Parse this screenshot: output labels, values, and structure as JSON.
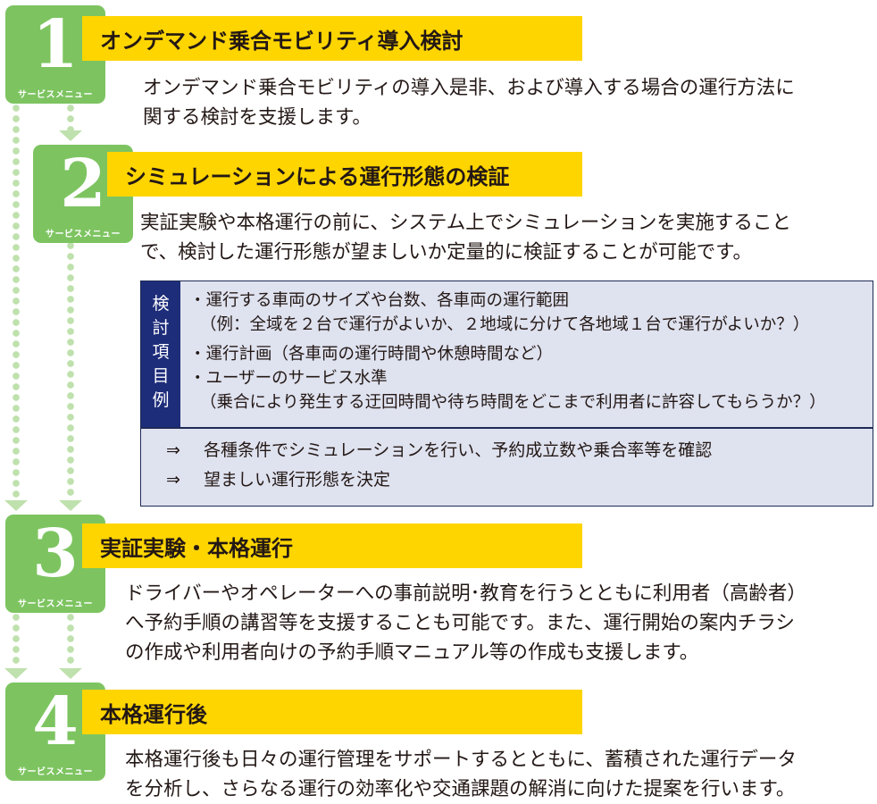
{
  "badge_label": "サービスメニュー",
  "steps": [
    {
      "number": "1",
      "title": "オンデマンド乗合モビリティ導入検討",
      "description": [
        "オンデマンド乗合モビリティの導入是非、および導入する場合の運行方法に",
        "関する検討を支援します。"
      ]
    },
    {
      "number": "2",
      "title": "シミュレーションによる運行形態の検証",
      "description": [
        "実証実験や本格運行の前に、システム上でシミュレーションを実施すること",
        "で、検討した運行形態が望ましいか定量的に検証することが可能です。"
      ]
    },
    {
      "number": "3",
      "title": "実証実験・本格運行",
      "description": [
        "ドライバーやオペレーターへの事前説明･教育を行うとともに利用者（高齢者）",
        "へ予約手順の講習等を支援することも可能です。また、運行開始の案内チラシ",
        "の作成や利用者向けの予約手順マニュアル等の作成も支援します。"
      ]
    },
    {
      "number": "4",
      "title": "本格運行後",
      "description": [
        "本格運行後も日々の運行管理をサポートするとともに、蓄積された運行データ",
        "を分析し、さらなる運行の効率化や交通課題の解消に向けた提案を行います。"
      ]
    }
  ],
  "panel": {
    "side_label": [
      "検",
      "討",
      "項",
      "目",
      "例"
    ],
    "items": [
      {
        "main": "・運行する車両のサイズや台数、各車両の運行範囲",
        "sub": "（例：全域を２台で運行がよいか、２地域に分けて各地域１台で運行がよいか？）"
      },
      {
        "main": "・運行計画（各車両の運行時間や休憩時間など）",
        "sub": ""
      },
      {
        "main": "・ユーザーのサービス水準",
        "sub": "（乗合により発生する迂回時間や待ち時間をどこまで利用者に許容してもらうか？）"
      }
    ],
    "arrow_symbol": "⇒",
    "conclusions": [
      "各種条件でシミュレーションを行い、予約成立数や乗合率等を確認",
      "望ましい運行形態を決定"
    ]
  },
  "colors": {
    "badge": "#7dc461",
    "banner": "#ffd500",
    "panel_side": "#1e2d7a",
    "panel_bg": "#dfe2ef",
    "dots": "#bfe1ad"
  }
}
